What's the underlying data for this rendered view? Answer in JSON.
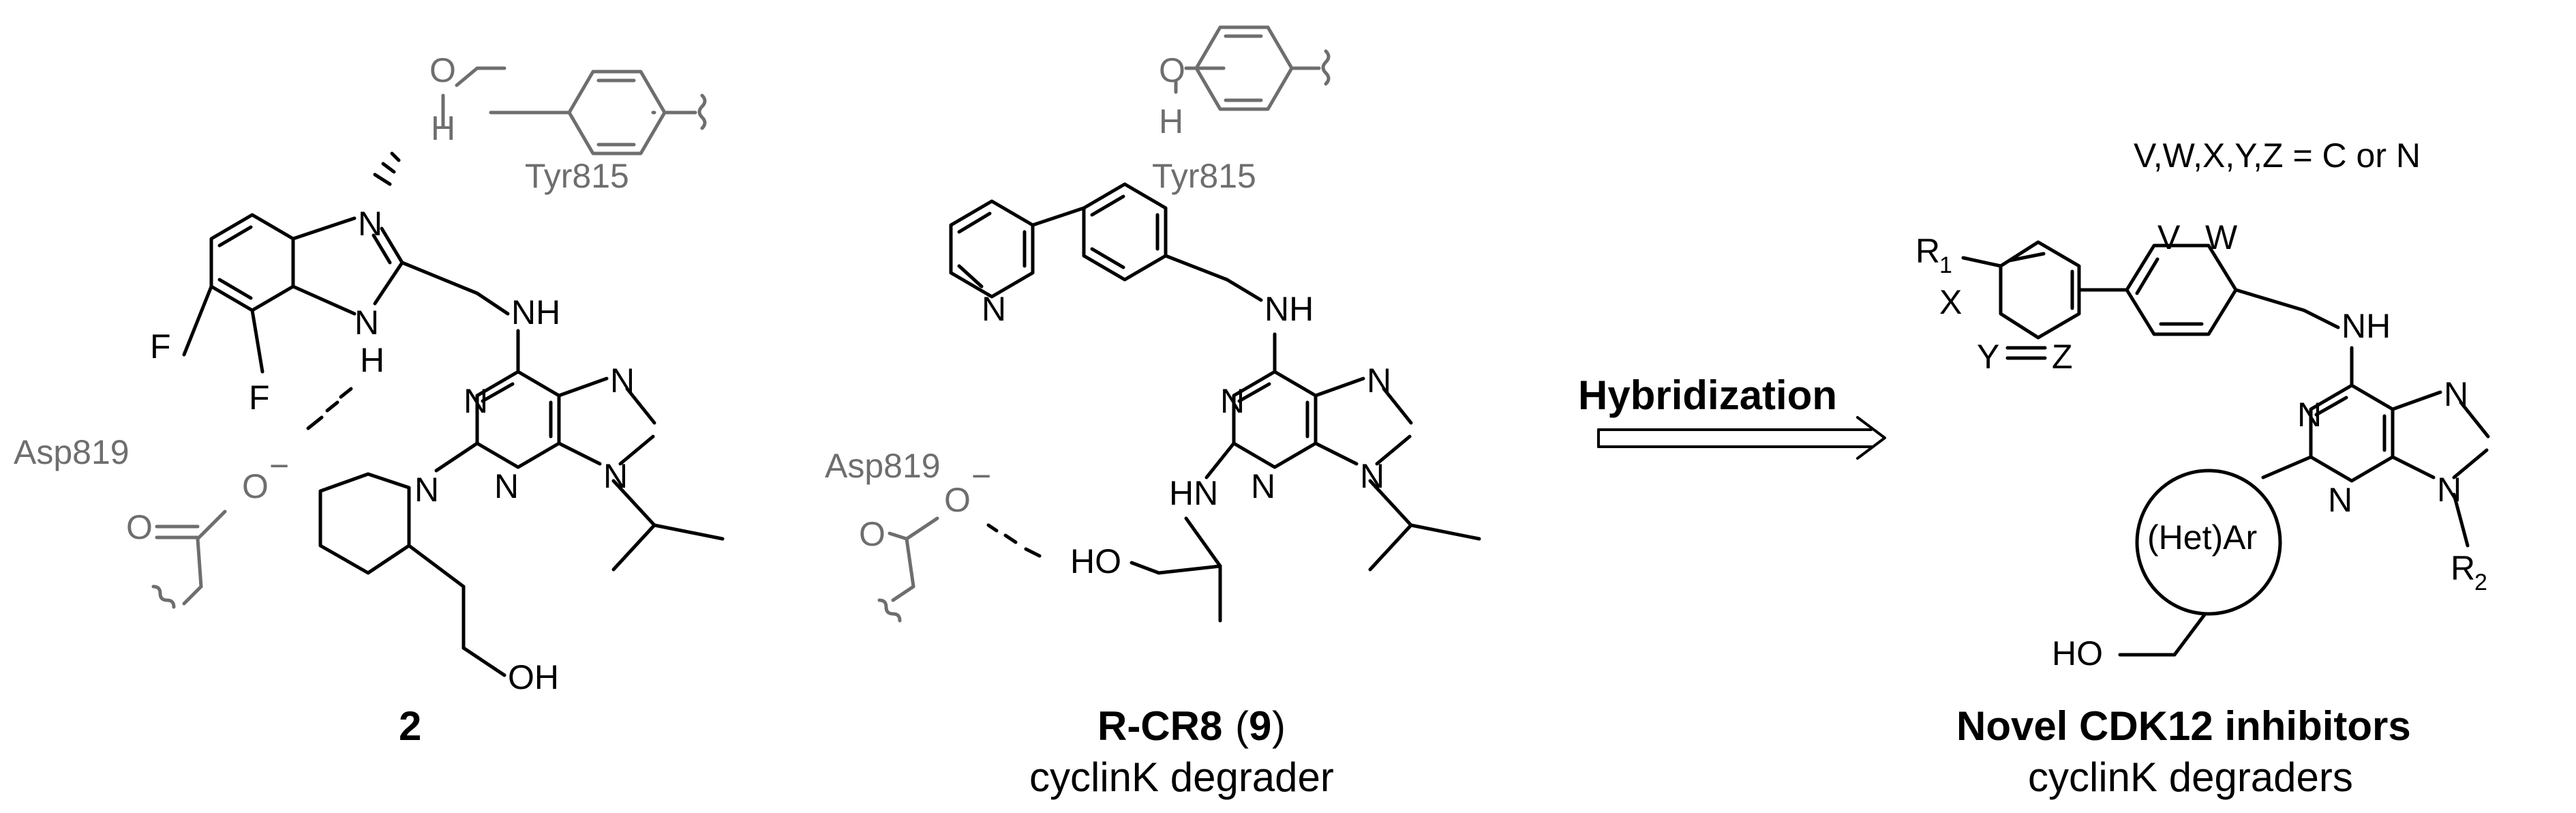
{
  "colors": {
    "ink": "#000000",
    "residue": "#6e6e6e",
    "background": "#ffffff"
  },
  "left": {
    "residue_tyr": "Tyr815",
    "residue_asp": "Asp819",
    "atom_o": "O",
    "atom_h": "H",
    "atom_n": "N",
    "atom_nh": "NH",
    "atom_f": "F",
    "atom_o_minus": "O",
    "charge_minus": "−",
    "atom_oh": "OH",
    "compound_number": "2"
  },
  "middle": {
    "residue_tyr": "Tyr815",
    "residue_asp": "Asp819",
    "atom_o": "O",
    "atom_h": "H",
    "atom_n": "N",
    "atom_nh": "NH",
    "atom_hn": "HN",
    "atom_ho": "HO",
    "charge_minus": "−",
    "compound_name": "R-CR8",
    "compound_number": "9",
    "caption": "cyclinK degrader"
  },
  "arrow": {
    "label": "Hybridization"
  },
  "right": {
    "definition": "V,W,X,Y,Z  = C or N",
    "atom_r": "R",
    "sub_1": "1",
    "sub_2": "2",
    "atom_x": "X",
    "atom_y": "Y",
    "atom_z": "Z",
    "atom_v": "V",
    "atom_w": "W",
    "atom_n": "N",
    "atom_nh": "NH",
    "atom_ho": "HO",
    "ring_label": "(Het)Ar",
    "compound_name": "Novel CDK12 inhibitors",
    "caption": "cyclinK degraders"
  }
}
